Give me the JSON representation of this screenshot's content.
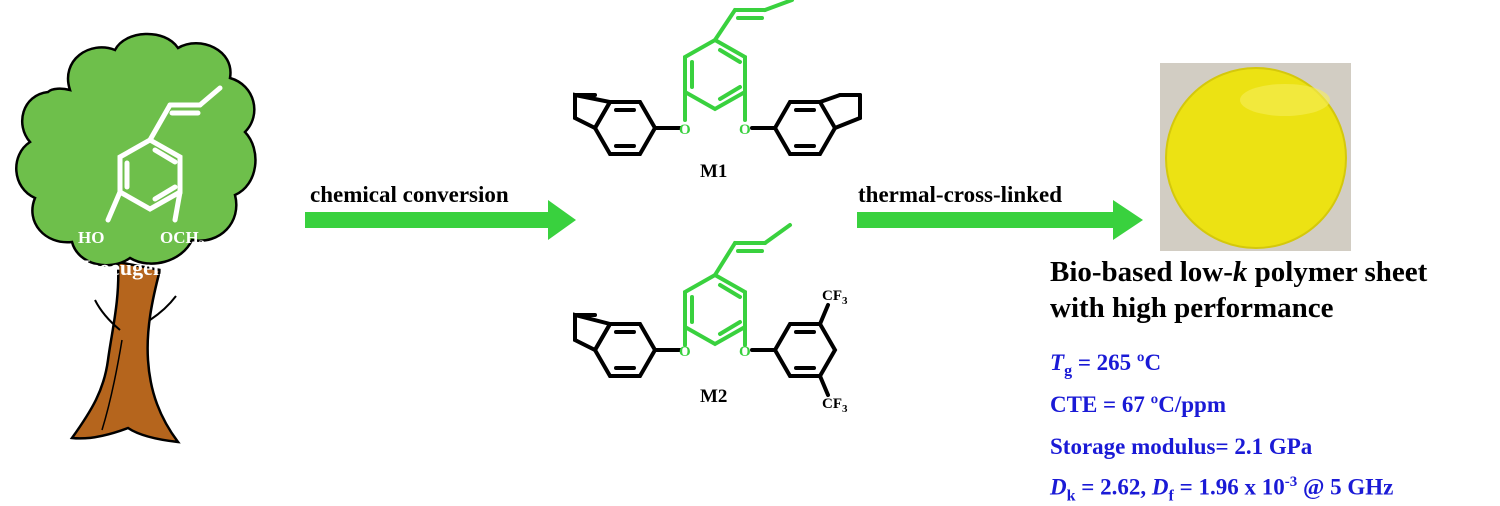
{
  "tree": {
    "compound_name": "Isoeugenol",
    "ho_label": "HO",
    "och3_label": "OCH",
    "och3_sub": "3"
  },
  "arrows": {
    "step1_label": "chemical conversion",
    "step2_label": "thermal-cross-linked"
  },
  "monomers": {
    "m1_label": "M1",
    "m2_label": "M2",
    "oxygen": "O",
    "cf3_label": "CF",
    "cf3_sub": "3"
  },
  "product": {
    "title_part1": "Bio-based low-",
    "title_k": "k",
    "title_part2": " polymer sheet",
    "title_line2": "with high performance",
    "tg_symbol": "T",
    "tg_sub": "g",
    "tg_value": " = 265 ºC",
    "cte": "CTE = 67 ºC/ppm",
    "storage_modulus": "Storage modulus= 2.1 GPa",
    "dk_symbol": "D",
    "dk_sub": "k",
    "dk_value": " = 2.62, ",
    "df_symbol": "D",
    "df_sub": "f",
    "df_value": " = 1.96 x 10",
    "df_exp": "-3",
    "df_suffix": " @ 5 GHz"
  },
  "colors": {
    "tree_canopy": "#6ebf4b",
    "tree_trunk": "#b5651d",
    "green_bond": "#39d13e",
    "arrow": "#39d13e",
    "properties_text": "#1a1ad6",
    "sheet": "#ece213"
  }
}
